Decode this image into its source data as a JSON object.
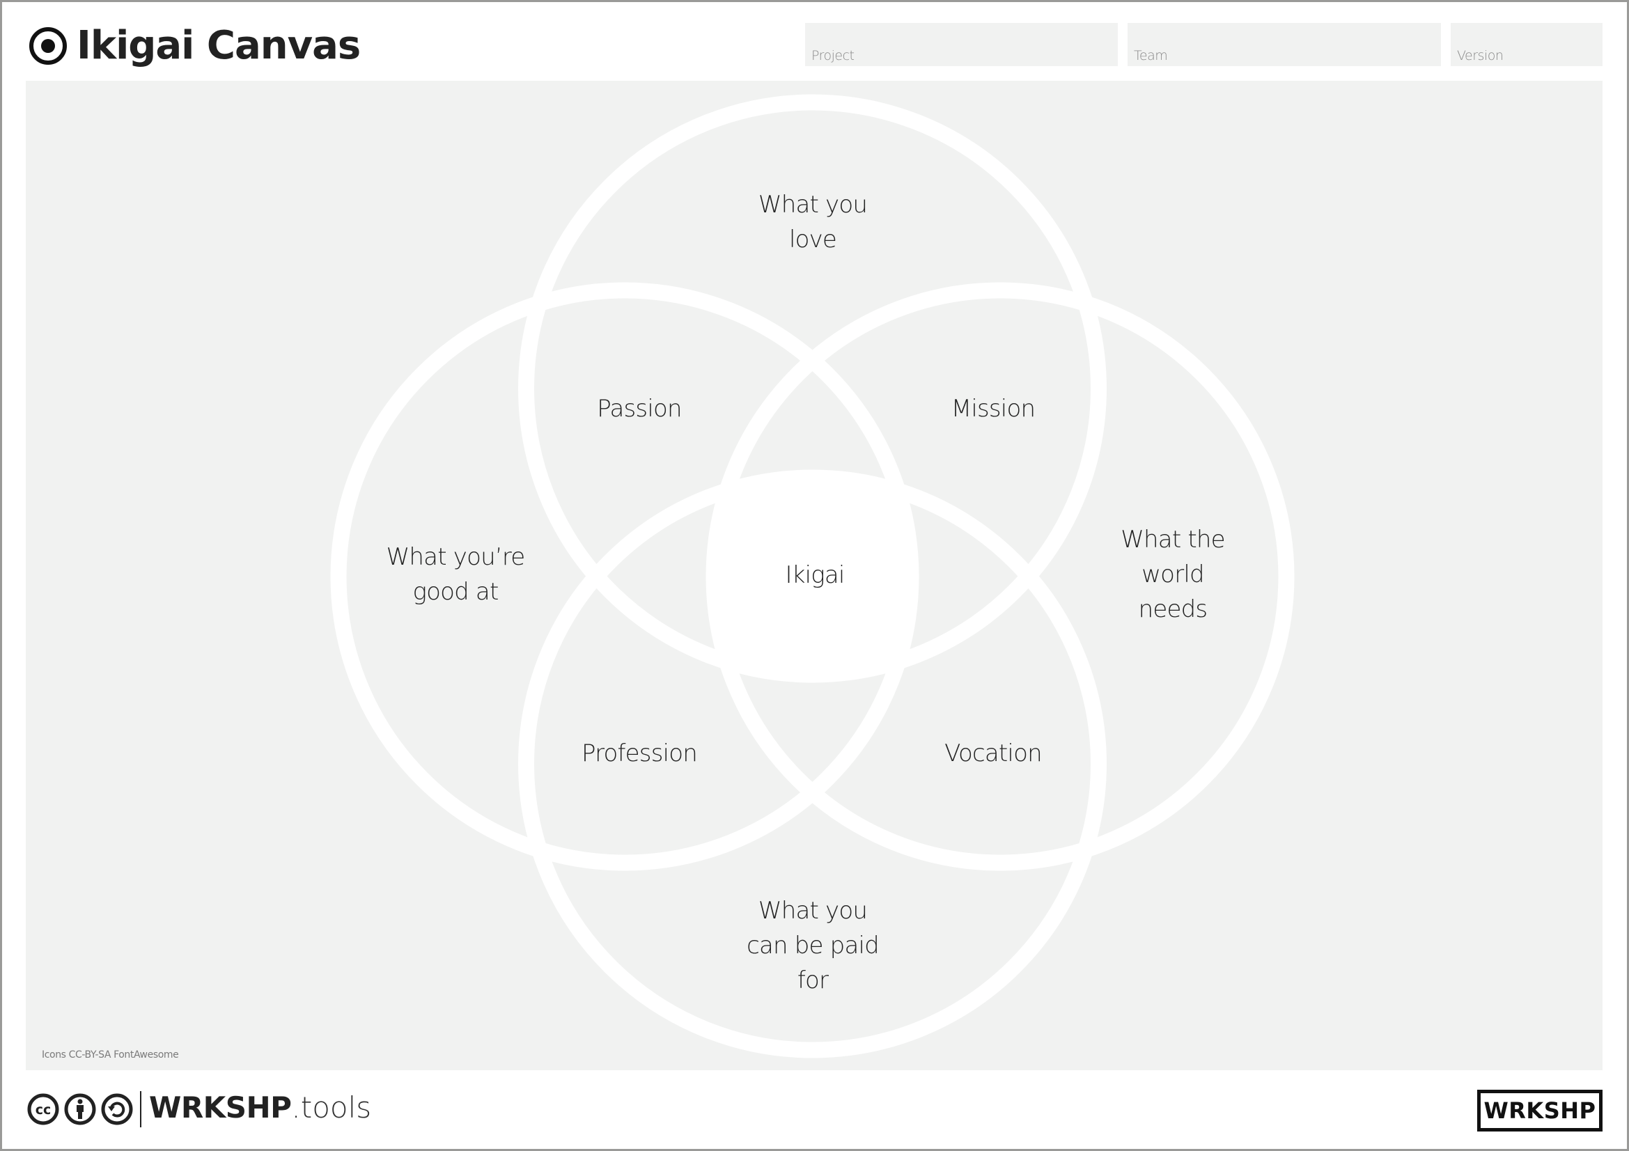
{
  "header": {
    "title": "Ikigai Canvas",
    "title_icon": "dot-circle-icon",
    "fields": [
      {
        "label": "Project",
        "value": ""
      },
      {
        "label": "Team",
        "value": ""
      },
      {
        "label": "Version",
        "value": ""
      }
    ]
  },
  "canvas": {
    "background_color": "#f1f2f1",
    "circle_stroke_color": "#ffffff",
    "circles": [
      {
        "name": "What you love",
        "label": "What you\nlove"
      },
      {
        "name": "What you're good at",
        "label": "What you’re\ngood at"
      },
      {
        "name": "What the world needs",
        "label": "What the\nworld\nneeds"
      },
      {
        "name": "What you can be paid for",
        "label": "What you\ncan be paid\nfor"
      }
    ],
    "intersections": {
      "passion": "Passion",
      "mission": "Mission",
      "profession": "Profession",
      "vocation": "Vocation",
      "center": "Ikigai"
    },
    "credit": "Icons CC-BY-SA FontAwesome"
  },
  "footer": {
    "license_icons": [
      "cc-icon",
      "by-icon",
      "sa-icon"
    ],
    "brand_bold": "WRKSHP",
    "brand_light": ".tools",
    "badge": "WRKSHP"
  }
}
